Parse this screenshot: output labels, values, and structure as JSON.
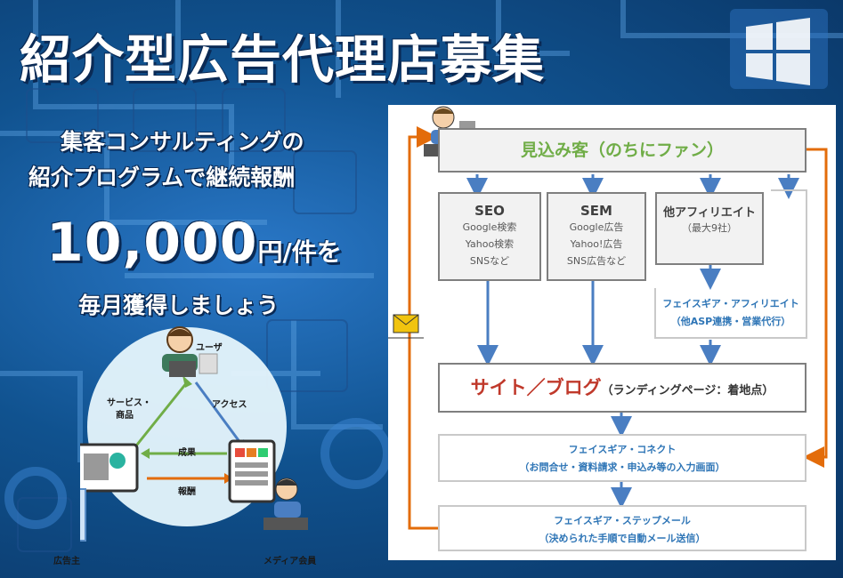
{
  "header": {
    "title": "紹介型広告代理店募集",
    "tagline_line1": "集客コンサルティングの",
    "tagline_line2": "紹介プログラムで継続報酬",
    "amount": "10,000",
    "amount_unit": "円/件を",
    "tagline_line3": "毎月獲得しましょう"
  },
  "cycle": {
    "user": "ユーザ",
    "service_line1": "サービス・",
    "service_line2": "商品",
    "access": "アクセス",
    "result": "成果",
    "reward": "報酬",
    "advertiser": "広告主",
    "media": "メディア会員"
  },
  "flow": {
    "prospect": "見込み客（のちにファン）",
    "seo": {
      "title": "SEO",
      "items": [
        "Google検索",
        "Yahoo検索",
        "SNSなど"
      ]
    },
    "sem": {
      "title": "SEM",
      "items": [
        "Google広告",
        "Yahoo!広告",
        "SNS広告など"
      ]
    },
    "affiliate": {
      "title": "他アフィリエイト",
      "sub": "（最大9社）"
    },
    "fg_affiliate": {
      "line1": "フェイスギア・アフィリエイト",
      "line2": "（他ASP連携・営業代行）"
    },
    "site_main": "サイト／ブログ",
    "site_sub": "（ランディングページ：着地点）",
    "connect": {
      "line1": "フェイスギア・コネクト",
      "line2": "（お問合せ・資料請求・申込み等の入力画面）"
    },
    "stepmail": {
      "line1": "フェイスギア・ステップメール",
      "line2": "（決められた手順で自動メール送信）"
    }
  },
  "colors": {
    "orange": "#e36c0a",
    "blue_arrow": "#4a7ec2",
    "green": "#70ad47",
    "red": "#c0392b",
    "navy_text": "#2e75b6"
  }
}
